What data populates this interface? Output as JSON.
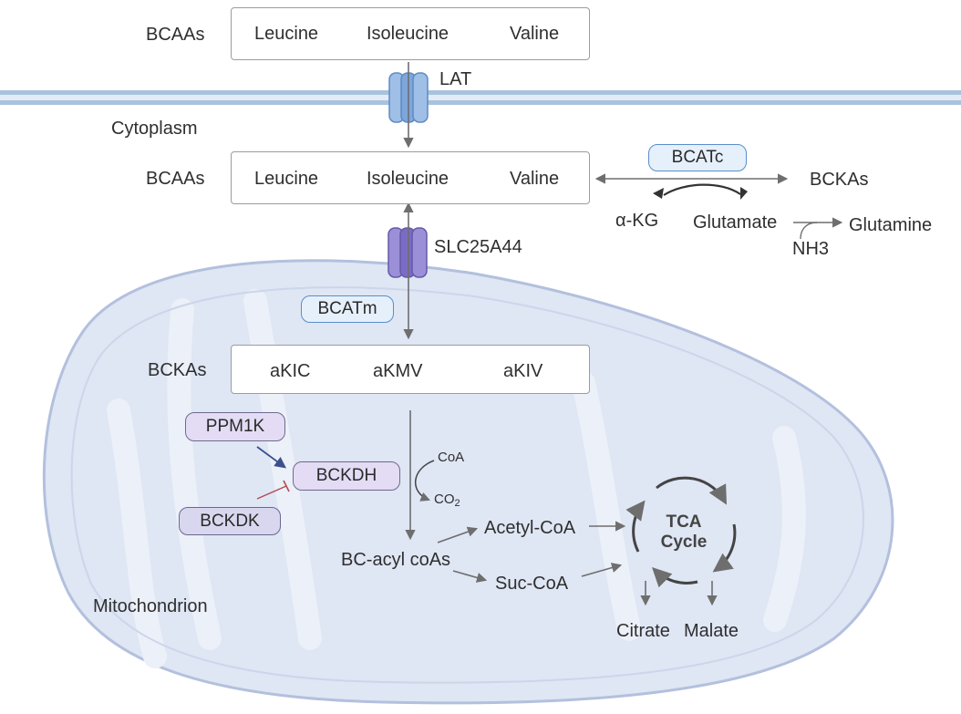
{
  "extracellular": {
    "bcaa_label": "BCAAs",
    "amino_acids": [
      "Leucine",
      "Isoleucine",
      "Valine"
    ],
    "transporter": "LAT"
  },
  "cytoplasm": {
    "compartment_label": "Cytoplasm",
    "bcaa_label": "BCAAs",
    "amino_acids": [
      "Leucine",
      "Isoleucine",
      "Valine"
    ],
    "enzyme": "BCATc",
    "product": "BCKAs",
    "substrate_in": "α-KG",
    "substrate_out": "Glutamate",
    "glutamine": "Glutamine",
    "ammonia": "NH3"
  },
  "mito_transporter": "SLC25A44",
  "mitochondrion": {
    "compartment_label": "Mitochondrion",
    "transaminase": "BCATm",
    "bcka_label": "BCKAs",
    "keto_acids": [
      "aKIC",
      "aKMV",
      "aKIV"
    ],
    "phosphatase": "PPM1K",
    "kinase": "BCKDK",
    "complex": "BCKDH",
    "coa": "CoA",
    "co2_base": "CO",
    "co2_sub": "2",
    "acyl": "BC-acyl coAs",
    "acetyl": "Acetyl-CoA",
    "succinyl": "Suc-CoA",
    "tca_line1": "TCA",
    "tca_line2": "Cycle",
    "citrate": "Citrate",
    "malate": "Malate"
  },
  "colors": {
    "membrane": "#a9c2dd",
    "mito_fill": "#dfe6f4",
    "mito_stroke": "#b3c0dd",
    "arrow": "#6e6e6e",
    "activation_arrow": "#3c4f8e",
    "inhibition_line": "#b24a55"
  }
}
